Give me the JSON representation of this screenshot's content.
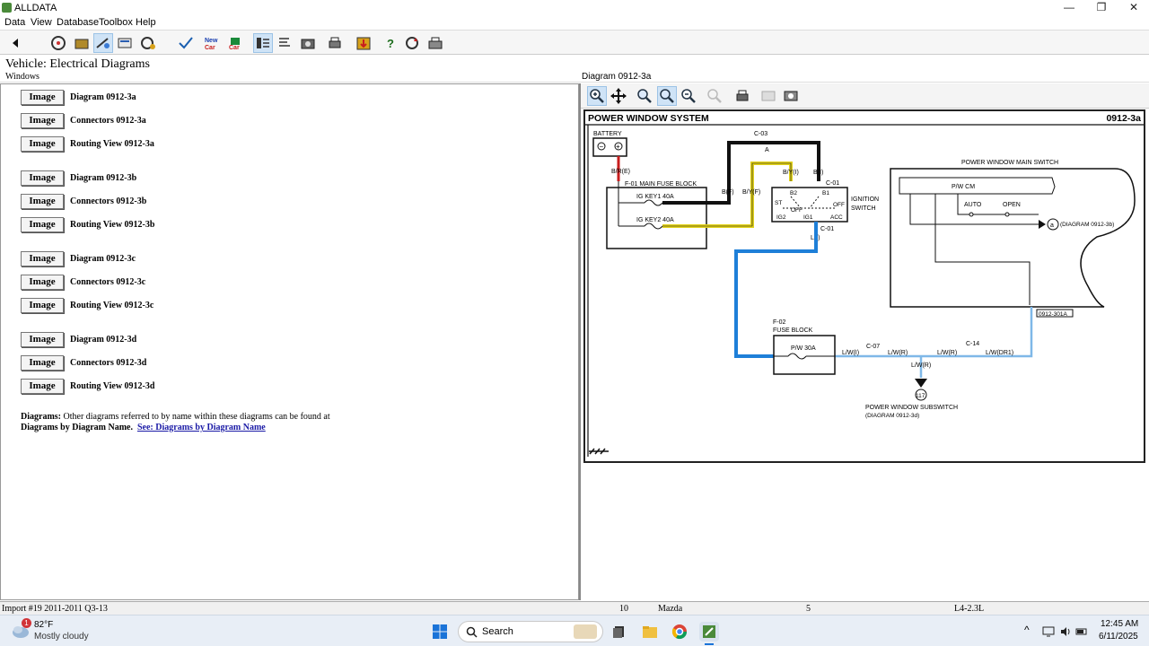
{
  "window": {
    "title": "ALLDATA",
    "min": "—",
    "max": "❐",
    "close": "✕"
  },
  "menu": [
    "Data",
    "View",
    "Database",
    "Toolbox",
    "Help"
  ],
  "vehicle_title": "Vehicle:  Electrical Diagrams",
  "windows_label": "Windows",
  "diagram_label": "Diagram 0912-3a",
  "left_rows": [
    {
      "button": "Image",
      "label": "Diagram 0912-3a"
    },
    {
      "button": "Image",
      "label": "Connectors 0912-3a"
    },
    {
      "button": "Image",
      "label": "Routing View 0912-3a"
    },
    {
      "button": "Image",
      "label": "Diagram 0912-3b"
    },
    {
      "button": "Image",
      "label": "Connectors 0912-3b"
    },
    {
      "button": "Image",
      "label": "Routing View 0912-3b"
    },
    {
      "button": "Image",
      "label": "Diagram 0912-3c"
    },
    {
      "button": "Image",
      "label": "Connectors 0912-3c"
    },
    {
      "button": "Image",
      "label": "Routing View 0912-3c"
    },
    {
      "button": "Image",
      "label": "Diagram 0912-3d"
    },
    {
      "button": "Image",
      "label": "Connectors 0912-3d"
    },
    {
      "button": "Image",
      "label": "Routing View 0912-3d"
    }
  ],
  "note": {
    "bold": "Diagrams:",
    "text1": " Other diagrams referred to by name within these diagrams can be found at",
    "bold2": "Diagrams by Diagram Name.",
    "link": "See: Diagrams by Diagram Name"
  },
  "diagram": {
    "title": "POWER WINDOW SYSTEM",
    "code": "0912-3a",
    "labels": {
      "battery": "BATTERY",
      "br": "B/R(E)",
      "f01": "F-01  MAIN FUSE BLOCK",
      "igkey1": "IG KEY1 40A",
      "igkey2": "IG KEY2 40A",
      "c03": "C-03",
      "a": "A",
      "byl": "B/Y(I)",
      "bl": "B(I)",
      "c01a": "C-01",
      "bf": "B(F)",
      "byf": "B/Y(F)",
      "b2": "B2",
      "b1": "B1",
      "st": "ST",
      "off1": "OFF",
      "off2": "OFF",
      "ig2": "IG2",
      "ig1": "IG1",
      "acc": "ACC",
      "ignition": "IGNITION",
      "switch": "SWITCH",
      "c01b": "C-01",
      "li": "L(I)",
      "pwms": "POWER WINDOW MAIN SWITCH",
      "pwcm": "P/W CM",
      "auto": "AUTO",
      "open": "OPEN",
      "arrowa": "a",
      "diag3b": "(DIAGRAM  0912-3b)",
      "conn301": "0912-301A",
      "f02": "F-02",
      "fuseblock": "FUSE BLOCK",
      "pw30": "P/W 30A",
      "c07": "C-07",
      "c14": "C-14",
      "lwi": "L/W(I)",
      "lwr1": "L/W(R)",
      "lwr2": "L/W(R)",
      "lwdr1": "L/W(DR1)",
      "lwr3": "L/W(R)",
      "n117": "117",
      "pwsub": "POWER WINDOW SUBSWITCH",
      "diag3d": "(DIAGRAM  0912-3d)"
    }
  },
  "status": {
    "s1": "Import #19 2011-2011 Q3-13",
    "s2": "10",
    "s3": "Mazda",
    "s4": "5",
    "s5": "L4-2.3L"
  },
  "taskbar": {
    "temp": "82°F",
    "weather": "Mostly cloudy",
    "badge": "1",
    "search": "Search",
    "time": "12:45 AM",
    "date": "6/11/2025",
    "chevron": "^"
  },
  "colors": {
    "blue": "#1e7fd8",
    "yellow": "#e2d21a",
    "red": "#c81e1e",
    "black": "#111111"
  }
}
